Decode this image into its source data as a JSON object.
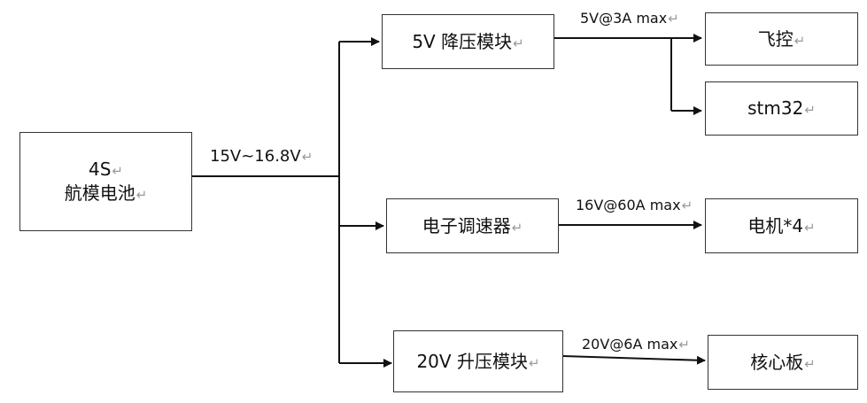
{
  "return_mark": "↵",
  "battery": {
    "line1": "4S",
    "line2": "航模电池"
  },
  "bus_label": "15V~16.8V",
  "modules": {
    "buck5v": "5V 降压模块",
    "esc": "电子调速器",
    "boost20v": "20V 升压模块"
  },
  "loads": {
    "flight_ctrl": "飞控",
    "stm32": "stm32",
    "motors": "电机*4",
    "core_board": "核心板"
  },
  "links": {
    "buck5v_out": "5V@3A max",
    "esc_out": "16V@60A max",
    "boost20v_out": "20V@6A max"
  }
}
